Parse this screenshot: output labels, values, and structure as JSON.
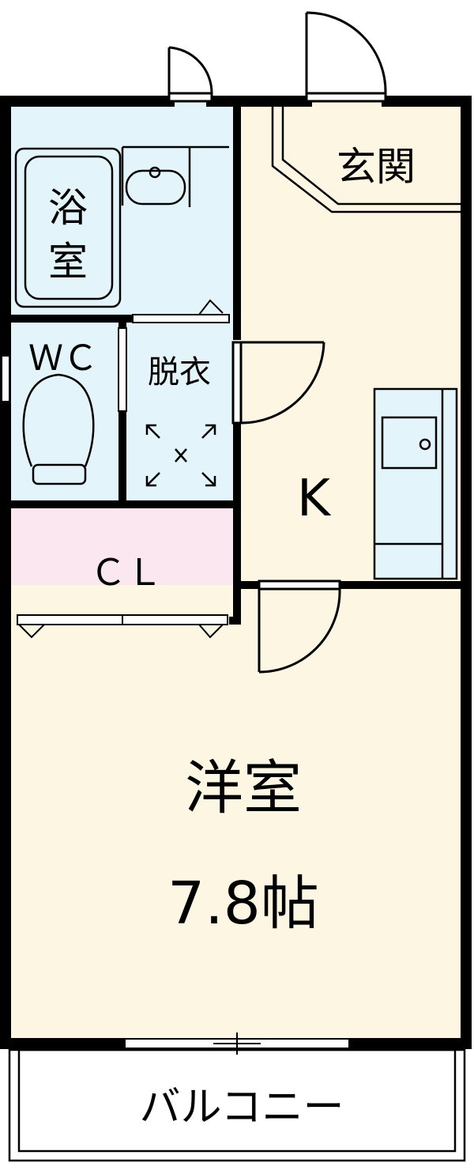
{
  "rooms": {
    "bath": {
      "line1": "浴",
      "line2": "室"
    },
    "entrance": {
      "label": "玄関"
    },
    "wc": {
      "label": "ＷＣ"
    },
    "dressing": {
      "label": "脱衣"
    },
    "kitchen": {
      "label": "K"
    },
    "closet": {
      "label": "ＣＬ"
    },
    "western": {
      "name": "洋室",
      "size": "7.8帖"
    },
    "balcony": {
      "label": "バルコニー"
    }
  },
  "colors": {
    "wet_area": "#e4f4fb",
    "closet": "#fbe7ef",
    "living": "#fdf6e2",
    "wall": "#000000"
  }
}
